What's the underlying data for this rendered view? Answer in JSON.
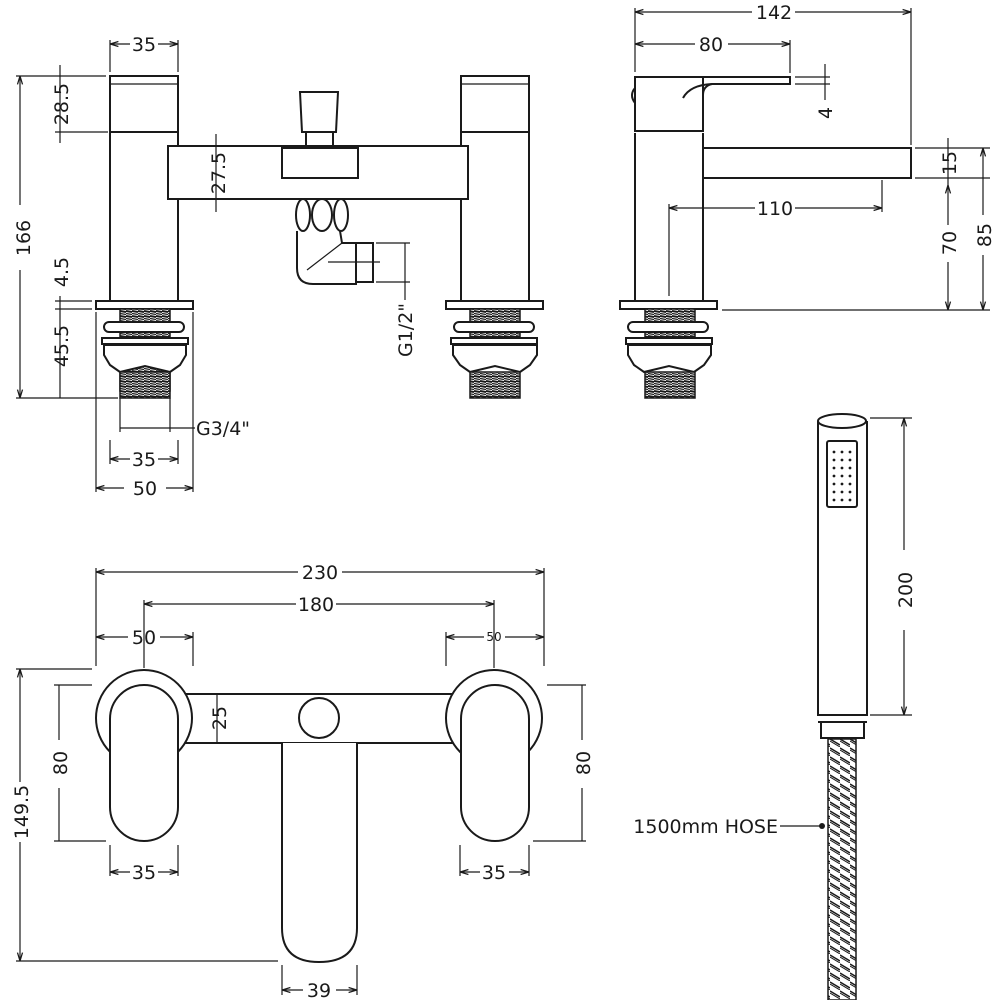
{
  "diagram": {
    "subject": "Bath shower mixer tap technical drawing",
    "units": "mm",
    "front_view": {
      "handle_width": "35",
      "handle_height": "28.5",
      "body_height": "27.5",
      "total_height": "166",
      "flange_thickness": "4.5",
      "tail_length": "45.5",
      "tail_thread": "G3/4\"",
      "tail_width": "35",
      "flange_width": "50",
      "outlet_thread": "G1/2\""
    },
    "side_view": {
      "total_depth": "142",
      "handle_length": "80",
      "handle_gap": "4",
      "spout_reach": "110",
      "spout_thickness": "15",
      "spout_clearance": "70",
      "spout_top_height": "85"
    },
    "plan_view": {
      "overall_width": "230",
      "centres": "180",
      "left_rose_width": "50",
      "right_rose_width": "50",
      "bar_depth": "25",
      "left_handle_length": "80",
      "right_handle_length": "80",
      "left_handle_width": "35",
      "right_handle_width": "35",
      "overall_depth": "149.5",
      "spout_width": "39"
    },
    "handset": {
      "length": "200",
      "hose_label": "1500mm HOSE"
    }
  }
}
